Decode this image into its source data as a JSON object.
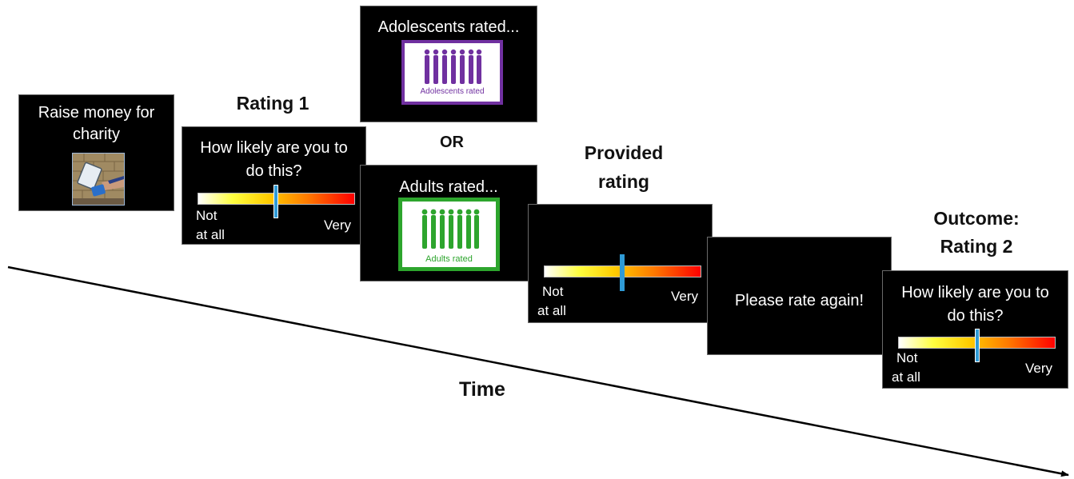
{
  "colors": {
    "adolescent_purple": "#7030a0",
    "adult_green": "#2da52d",
    "marker_blue": "#2f9bd6",
    "screen_black": "#000000"
  },
  "headings": {
    "rating1": "Rating 1",
    "or": "OR",
    "provided_line1": "Provided",
    "provided_line2": "rating",
    "outcome_line1": "Outcome:",
    "outcome_line2": "Rating 2",
    "time": "Time"
  },
  "screen_charity": {
    "text_line1": "Raise money for",
    "text_line2": "charity",
    "image_icon": "charity-collection-photo"
  },
  "screen_rating1": {
    "question_line1": "How likely are you to",
    "question_line2": "do this?",
    "min_line1": "Not",
    "min_line2": "at all",
    "max": "Very",
    "marker_position": 0.5
  },
  "screen_adolescents": {
    "title": "Adolescents rated...",
    "group_caption": "Adolescents rated",
    "icon": "people-silhouettes-icon"
  },
  "screen_adults": {
    "title": "Adults rated...",
    "group_caption": "Adults rated",
    "icon": "people-silhouettes-icon"
  },
  "screen_provided": {
    "min_line1": "Not",
    "min_line2": "at all",
    "max": "Very",
    "marker_position": 0.5
  },
  "screen_rate_again": {
    "text": "Please rate again!"
  },
  "screen_rating2": {
    "question_line1": "How likely are you to",
    "question_line2": "do this?",
    "min_line1": "Not",
    "min_line2": "at all",
    "max": "Very",
    "marker_position": 0.52
  }
}
